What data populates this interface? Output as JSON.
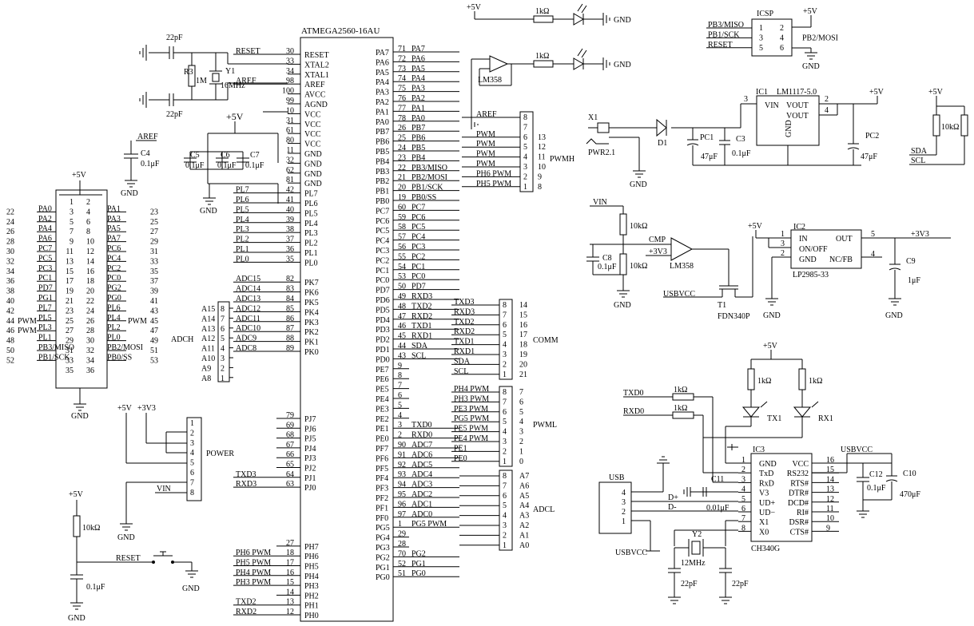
{
  "mcu": {
    "part": "ATMEGA2560-16AU",
    "left_top": [
      {
        "name": "RESET",
        "num": "30",
        "net": "RESET"
      },
      {
        "name": "XTAL2",
        "num": "33",
        "net": ""
      },
      {
        "name": "XTAL1",
        "num": "34",
        "net": ""
      },
      {
        "name": "AREF",
        "num": "98",
        "net": "AREF"
      },
      {
        "name": "AVCC",
        "num": "100",
        "net": ""
      },
      {
        "name": "AGND",
        "num": "99",
        "net": ""
      },
      {
        "name": "VCC",
        "num": "10",
        "net": ""
      },
      {
        "name": "VCC",
        "num": "31",
        "net": ""
      },
      {
        "name": "VCC",
        "num": "61",
        "net": ""
      },
      {
        "name": "VCC",
        "num": "80",
        "net": ""
      },
      {
        "name": "GND",
        "num": "11",
        "net": ""
      },
      {
        "name": "GND",
        "num": "32",
        "net": ""
      },
      {
        "name": "GND",
        "num": "62",
        "net": ""
      },
      {
        "name": "GND",
        "num": "81",
        "net": ""
      },
      {
        "name": "PL7",
        "num": "42",
        "net": "PL7"
      },
      {
        "name": "PL6",
        "num": "41",
        "net": "PL6"
      },
      {
        "name": "PL5",
        "num": "40",
        "net": "PL5"
      },
      {
        "name": "PL4",
        "num": "39",
        "net": "PL4"
      },
      {
        "name": "PL3",
        "num": "38",
        "net": "PL3"
      },
      {
        "name": "PL2",
        "num": "37",
        "net": "PL2"
      },
      {
        "name": "PL1",
        "num": "36",
        "net": "PL1"
      },
      {
        "name": "PL0",
        "num": "35",
        "net": "PL0"
      },
      {
        "name": "",
        "num": "",
        "net": ""
      },
      {
        "name": "PK7",
        "num": "82",
        "net": "ADC15"
      },
      {
        "name": "PK6",
        "num": "83",
        "net": "ADC14"
      },
      {
        "name": "PK5",
        "num": "84",
        "net": "ADC13"
      },
      {
        "name": "PK4",
        "num": "85",
        "net": "ADC12"
      },
      {
        "name": "PK3",
        "num": "86",
        "net": "ADC11"
      },
      {
        "name": "PK2",
        "num": "87",
        "net": "ADC10"
      },
      {
        "name": "PK1",
        "num": "88",
        "net": "ADC9"
      },
      {
        "name": "PK0",
        "num": "89",
        "net": "ADC8"
      }
    ],
    "left_bottom": [
      {
        "name": "PJ7",
        "num": "79",
        "net": ""
      },
      {
        "name": "PJ6",
        "num": "69",
        "net": ""
      },
      {
        "name": "PJ5",
        "num": "68",
        "net": ""
      },
      {
        "name": "PJ4",
        "num": "67",
        "net": ""
      },
      {
        "name": "PJ3",
        "num": "66",
        "net": ""
      },
      {
        "name": "PJ2",
        "num": "65",
        "net": ""
      },
      {
        "name": "PJ1",
        "num": "64",
        "net": "TXD3"
      },
      {
        "name": "PJ0",
        "num": "63",
        "net": "RXD3"
      },
      {
        "name": "",
        "num": "",
        "net": ""
      },
      {
        "name": "",
        "num": "",
        "net": ""
      },
      {
        "name": "",
        "num": "",
        "net": ""
      },
      {
        "name": "",
        "num": "",
        "net": ""
      },
      {
        "name": "",
        "num": "",
        "net": ""
      },
      {
        "name": "PH7",
        "num": "27",
        "net": ""
      },
      {
        "name": "PH6",
        "num": "18",
        "net": "PH6 PWM"
      },
      {
        "name": "PH5",
        "num": "17",
        "net": "PH5 PWM"
      },
      {
        "name": "PH4",
        "num": "16",
        "net": "PH4 PWM"
      },
      {
        "name": "PH3",
        "num": "15",
        "net": "PH3 PWM"
      },
      {
        "name": "PH2",
        "num": "14",
        "net": ""
      },
      {
        "name": "PH1",
        "num": "13",
        "net": "TXD2"
      },
      {
        "name": "PH0",
        "num": "12",
        "net": "RXD2"
      }
    ],
    "right_top": [
      {
        "name": "PA7",
        "num": "71",
        "net": "PA7"
      },
      {
        "name": "PA6",
        "num": "72",
        "net": "PA6"
      },
      {
        "name": "PA5",
        "num": "73",
        "net": "PA5"
      },
      {
        "name": "PA4",
        "num": "74",
        "net": "PA4"
      },
      {
        "name": "PA3",
        "num": "75",
        "net": "PA3"
      },
      {
        "name": "PA2",
        "num": "76",
        "net": "PA2"
      },
      {
        "name": "PA1",
        "num": "77",
        "net": "PA1"
      },
      {
        "name": "PA0",
        "num": "78",
        "net": "PA0"
      },
      {
        "name": "PB7",
        "num": "26",
        "net": "PB7"
      },
      {
        "name": "PB6",
        "num": "25",
        "net": "PB6"
      },
      {
        "name": "PB5",
        "num": "24",
        "net": "PB5"
      },
      {
        "name": "PB4",
        "num": "23",
        "net": "PB4"
      },
      {
        "name": "PB3",
        "num": "22",
        "net": "PB3/MISO"
      },
      {
        "name": "PB2",
        "num": "21",
        "net": "PB2/MOSI"
      },
      {
        "name": "PB1",
        "num": "20",
        "net": "PB1/SCK"
      },
      {
        "name": "PB0",
        "num": "19",
        "net": "PB0/SS"
      },
      {
        "name": "PC7",
        "num": "60",
        "net": "PC7"
      },
      {
        "name": "PC6",
        "num": "59",
        "net": "PC6"
      },
      {
        "name": "PC5",
        "num": "58",
        "net": "PC5"
      },
      {
        "name": "PC4",
        "num": "57",
        "net": "PC4"
      },
      {
        "name": "PC3",
        "num": "56",
        "net": "PC3"
      },
      {
        "name": "PC2",
        "num": "55",
        "net": "PC2"
      },
      {
        "name": "PC1",
        "num": "54",
        "net": "PC1"
      },
      {
        "name": "PC0",
        "num": "53",
        "net": "PC0"
      },
      {
        "name": "PD7",
        "num": "50",
        "net": "PD7"
      },
      {
        "name": "PD6",
        "num": "49",
        "net": "RXD3"
      },
      {
        "name": "PD5",
        "num": "48",
        "net": "TXD2"
      },
      {
        "name": "PD4",
        "num": "47",
        "net": "RXD2"
      },
      {
        "name": "PD3",
        "num": "46",
        "net": "TXD1"
      },
      {
        "name": "PD2",
        "num": "45",
        "net": "RXD1"
      },
      {
        "name": "PD1",
        "num": "44",
        "net": "SDA"
      },
      {
        "name": "PD0",
        "num": "43",
        "net": "SCL"
      },
      {
        "name": "PE7",
        "num": "9",
        "net": ""
      },
      {
        "name": "PE6",
        "num": "8",
        "net": ""
      },
      {
        "name": "PE5",
        "num": "7",
        "net": ""
      },
      {
        "name": "PE4",
        "num": "6",
        "net": ""
      },
      {
        "name": "PE3",
        "num": "5",
        "net": ""
      },
      {
        "name": "PE2",
        "num": "4",
        "net": ""
      },
      {
        "name": "PE1",
        "num": "3",
        "net": "TXD0"
      },
      {
        "name": "PE0",
        "num": "2",
        "net": "RXD0"
      },
      {
        "name": "PF7",
        "num": "90",
        "net": "ADC7"
      },
      {
        "name": "PF6",
        "num": "91",
        "net": "ADC6"
      },
      {
        "name": "PF5",
        "num": "92",
        "net": "ADC5"
      },
      {
        "name": "PF4",
        "num": "93",
        "net": "ADC4"
      },
      {
        "name": "PF3",
        "num": "94",
        "net": "ADC3"
      },
      {
        "name": "PF2",
        "num": "95",
        "net": "ADC2"
      },
      {
        "name": "PF1",
        "num": "96",
        "net": "ADC1"
      },
      {
        "name": "PF0",
        "num": "97",
        "net": "ADC0"
      },
      {
        "name": "PG5",
        "num": "1",
        "net": "PG5 PWM"
      },
      {
        "name": "PG4",
        "num": "29",
        "net": ""
      },
      {
        "name": "PG3",
        "num": "28",
        "net": ""
      },
      {
        "name": "PG2",
        "num": "70",
        "net": "PG2"
      },
      {
        "name": "PG1",
        "num": "52",
        "net": "PG1"
      },
      {
        "name": "PG0",
        "num": "51",
        "net": "PG0"
      }
    ]
  },
  "labels": {
    "plus5v": "+5V",
    "plus3v3": "+3V3",
    "gnd": "GND",
    "vin": "VIN",
    "aref": "AREF",
    "reset": "RESET",
    "usbvcc": "USBVCC",
    "pwm": "PWM",
    "cap_22pf": "22pF",
    "cap_01uf": "0.1μF",
    "cap_47uf": "47μF",
    "cap_1uf": "1μF",
    "cap_470uf": "470μF",
    "res_1k": "1kΩ",
    "res_10k": "10kΩ",
    "res_1m": "1M",
    "r3": "R3",
    "y1": "Y1",
    "y1_freq": "16MHz",
    "y2": "Y2",
    "y2_freq": "12MHz",
    "c4": "C4",
    "c5": "C5",
    "c6": "C6",
    "c7": "C7",
    "c3": "C3",
    "c8": "C8",
    "c9": "C9",
    "c10": "C10",
    "c11": "C11",
    "c12": "C12",
    "pc1": "PC1",
    "pc2": "PC2",
    "x1": "X1",
    "pwr": "PWR2.1",
    "d1": "D1",
    "ic1": "IC1",
    "ic1_part": "LM1117-5.0",
    "ic1_vin": "VIN",
    "ic1_vout": "VOUT",
    "ic1_gnd": "GND",
    "ic2": "IC2",
    "ic2_part": "LP2985-33",
    "ic2_in": "IN",
    "ic2_onoff": "ON/OFF",
    "ic2_gnd": "GND",
    "ic2_out": "OUT",
    "ic2_ncfb": "NC/FB",
    "ic3": "IC3",
    "ic3_part": "CH340G",
    "lm358": "LM358",
    "cmp": "CMP",
    "t1": "T1",
    "t1_part": "FDN340P",
    "icsp": "ICSP",
    "pwmh": "PWMH",
    "pwml": "PWML",
    "comm": "COMM",
    "adcl": "ADCL",
    "adch": "ADCH",
    "power": "POWER",
    "usb": "USB",
    "tx1": "TX1",
    "rx1": "RX1",
    "txd0": "TXD0",
    "rxd0": "RXD0",
    "sda": "SDA",
    "scl": "SCL",
    "dplus": "D+",
    "dminus": "D-",
    "c11_val": "0.01μF"
  },
  "icsp": {
    "left": [
      "PB3/MISO",
      "PB1/SCK",
      "RESET"
    ],
    "pins_left": [
      "1",
      "3",
      "5"
    ],
    "pins_right": [
      "2",
      "4",
      "6"
    ],
    "right": [
      "",
      "PB2/MOSI",
      ""
    ]
  },
  "ch340": {
    "left_names": [
      "GND",
      "TxD",
      "RxD",
      "V3",
      "UD+",
      "UD−",
      "X1",
      "X0"
    ],
    "left_nums": [
      "1",
      "2",
      "3",
      "4",
      "5",
      "6",
      "7",
      "8"
    ],
    "right_names": [
      "VCC",
      "RS232",
      "RTS#",
      "DTR#",
      "DCD#",
      "RI#",
      "DSR#",
      "CTS#"
    ],
    "right_nums": [
      "16",
      "15",
      "14",
      "13",
      "12",
      "11",
      "10",
      "9"
    ]
  },
  "usb_pins": [
    "4",
    "3",
    "2",
    "1"
  ],
  "header36": {
    "left_nums": [
      "1",
      "3",
      "5",
      "7",
      "9",
      "11",
      "13",
      "15",
      "17",
      "19",
      "21",
      "23",
      "25",
      "27",
      "29",
      "31",
      "33",
      "35"
    ],
    "right_nums": [
      "2",
      "4",
      "6",
      "8",
      "10",
      "12",
      "14",
      "16",
      "18",
      "20",
      "22",
      "24",
      "26",
      "28",
      "30",
      "32",
      "34",
      "36"
    ],
    "left_nets": [
      "+5V",
      "PA0",
      "PA2",
      "PA4",
      "PA6",
      "PC7",
      "PC5",
      "PC3",
      "PC1",
      "PD7",
      "PG1",
      "PL7",
      "PL5",
      "PL3",
      "PL1",
      "PB3/MISO",
      "PB1/SCK",
      "GND"
    ],
    "right_nets": [
      "+5V",
      "PA1",
      "PA3",
      "PA5",
      "PA7",
      "PC6",
      "PC4",
      "PC2",
      "PC0",
      "PG2",
      "PG0",
      "PL6",
      "PL4",
      "PL2",
      "PL0",
      "PB2/MOSI",
      "PB0/SS",
      "GND"
    ],
    "outer_left": [
      "",
      "22",
      "24",
      "26",
      "28",
      "30",
      "32",
      "34",
      "36",
      "38",
      "40",
      "42",
      "44",
      "46",
      "48",
      "50",
      "52",
      ""
    ],
    "outer_right": [
      "",
      "23",
      "25",
      "27",
      "29",
      "31",
      "33",
      "35",
      "37",
      "39",
      "41",
      "43",
      "45",
      "47",
      "49",
      "51",
      "53",
      ""
    ],
    "left_pwm": [
      "",
      "",
      "",
      "",
      "",
      "",
      "",
      "",
      "",
      "",
      "",
      "",
      "PWM",
      "PWM",
      "",
      "",
      "",
      ""
    ],
    "right_pwm": [
      "",
      "",
      "",
      "",
      "",
      "",
      "",
      "",
      "",
      "",
      "",
      "",
      "PWM",
      "",
      "",
      "",
      "",
      ""
    ]
  },
  "pwmh": {
    "pins": [
      "8",
      "7",
      "6",
      "5",
      "4",
      "3",
      "2",
      "1"
    ],
    "outer": [
      "",
      "",
      "13",
      "12",
      "11",
      "10",
      "9",
      "8"
    ],
    "nets": [
      "AREF",
      "",
      "PWM",
      "PWM",
      "PWM",
      "PWM",
      "PH6 PWM",
      "PH5 PWM"
    ]
  },
  "comm": {
    "pins": [
      "8",
      "7",
      "6",
      "5",
      "4",
      "3",
      "2",
      "1"
    ],
    "outer": [
      "14",
      "15",
      "16",
      "17",
      "18",
      "19",
      "20",
      "21"
    ],
    "nets": [
      "TXD3",
      "RXD3",
      "TXD2",
      "RXD2",
      "TXD1",
      "RXD1",
      "SDA",
      "SCL"
    ]
  },
  "pwml": {
    "pins": [
      "8",
      "7",
      "6",
      "5",
      "4",
      "3",
      "2",
      "1"
    ],
    "outer": [
      "7",
      "6",
      "5",
      "4",
      "3",
      "2",
      "1",
      "0"
    ],
    "nets": [
      "PH4 PWM",
      "PH3 PWM",
      "PE3 PWM",
      "PG5 PWM",
      "PE5 PWM",
      "PE4 PWM",
      "PE1",
      "PE0"
    ]
  },
  "adcl": {
    "pins": [
      "8",
      "7",
      "6",
      "5",
      "4",
      "3",
      "2",
      "1"
    ],
    "outer": [
      "A7",
      "A6",
      "A5",
      "A4",
      "A3",
      "A2",
      "A1",
      "A0"
    ]
  },
  "adch": {
    "pins": [
      "8",
      "7",
      "6",
      "5",
      "4",
      "3",
      "2",
      "1"
    ],
    "outer": [
      "A15",
      "A14",
      "A13",
      "A12",
      "A11",
      "A10",
      "A9",
      "A8"
    ]
  },
  "power_hdr": {
    "pins": [
      "1",
      "2",
      "3",
      "4",
      "5",
      "6",
      "7",
      "8"
    ]
  }
}
